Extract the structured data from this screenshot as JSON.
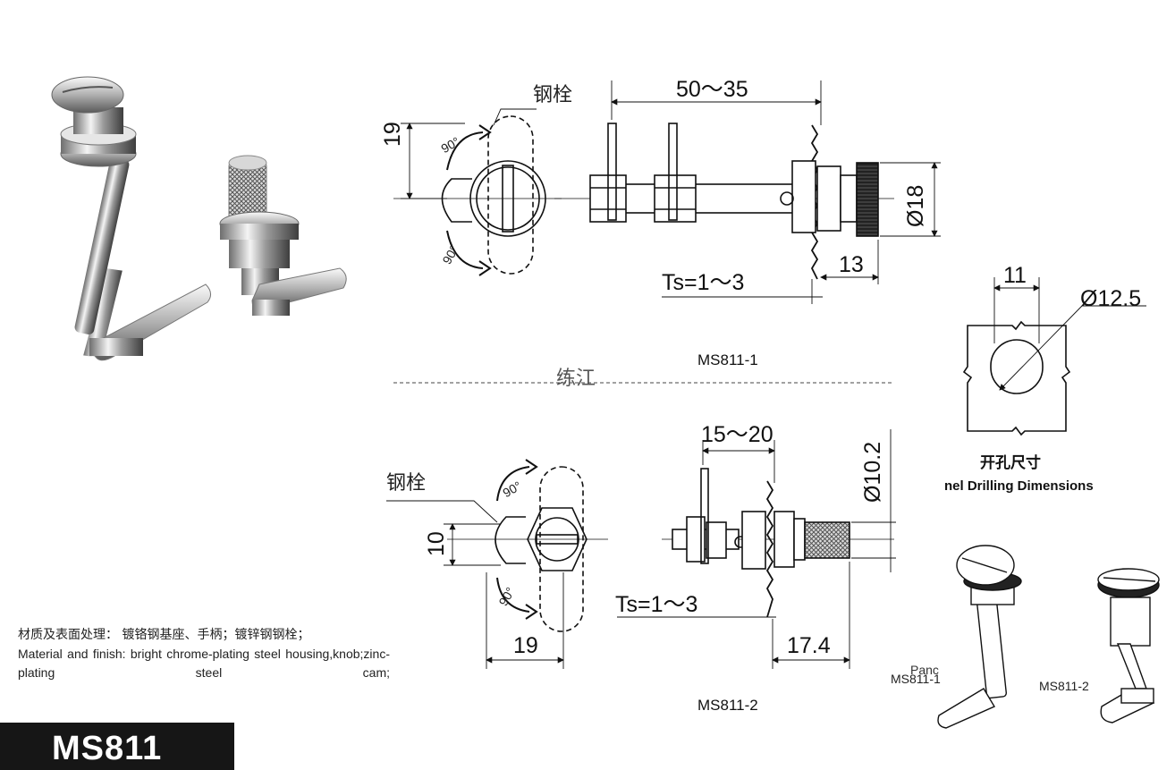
{
  "product_code": "MS811",
  "drawing_top": {
    "model": "MS811-1",
    "callout_label": "钢栓",
    "rotation_label": "90°",
    "dim_length": "50～35",
    "dim_height": "19",
    "dim_diameter": "Ø18",
    "dim_knob": "13",
    "dim_thickness": "Ts=1～3"
  },
  "drawing_bottom": {
    "model": "MS811-2",
    "callout_label": "钢栓",
    "rotation_label": "90°",
    "dim_length": "15～20",
    "dim_height": "10",
    "dim_width": "19",
    "dim_diameter": "Ø10.2",
    "dim_knob": "17.4",
    "dim_thickness": "Ts=1～3"
  },
  "center_mark": "练江",
  "drilling": {
    "dim_width": "11",
    "dim_diameter": "Ø12.5",
    "title_cn": "开孔尺寸",
    "title_en": "nel Drilling Dimensions"
  },
  "mini_labels": {
    "left": "MS811-1",
    "left_overlap": "Panc",
    "right": "MS811-2"
  },
  "material": {
    "cn": "材质及表面处理：  镀铬钢基座、手柄；镀锌钢钢栓；",
    "en": "Material and finish:  bright chrome-plating steel housing,knob;zinc-plating steel cam;"
  },
  "colors": {
    "ink": "#111111",
    "title_bar": "#161616",
    "chrome": "#c9c9c9"
  }
}
